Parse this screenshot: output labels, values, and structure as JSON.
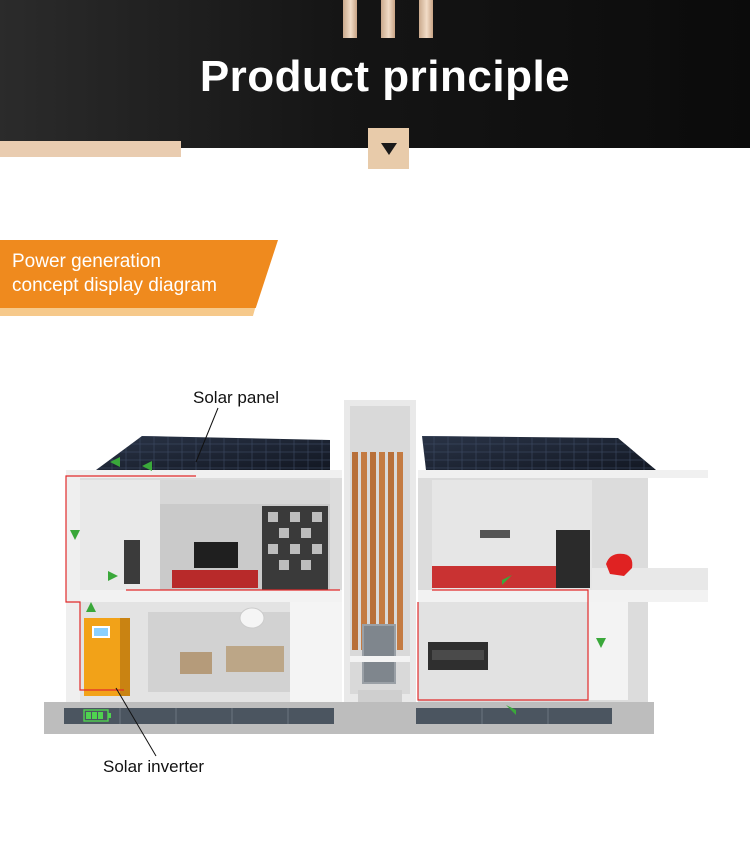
{
  "header": {
    "title": "Product principle"
  },
  "section": {
    "label_line1": "Power generation",
    "label_line2": "concept display diagram"
  },
  "diagram": {
    "callouts": {
      "solar_panel": "Solar panel",
      "solar_inverter": "Solar inverter"
    }
  },
  "colors": {
    "banner_dark": "#151515",
    "accent_tan": "#e8cbaa",
    "label_orange": "#ef8a1e",
    "label_shadow": "#f6c98b",
    "flow_line": "#e12b2b",
    "flow_arrow": "#3aa83a",
    "inverter": "#f2a218",
    "wood_slats": "#b8703a"
  },
  "icons": [
    "down-triangle-icon",
    "battery-icon",
    "flow-arrow-icon"
  ]
}
